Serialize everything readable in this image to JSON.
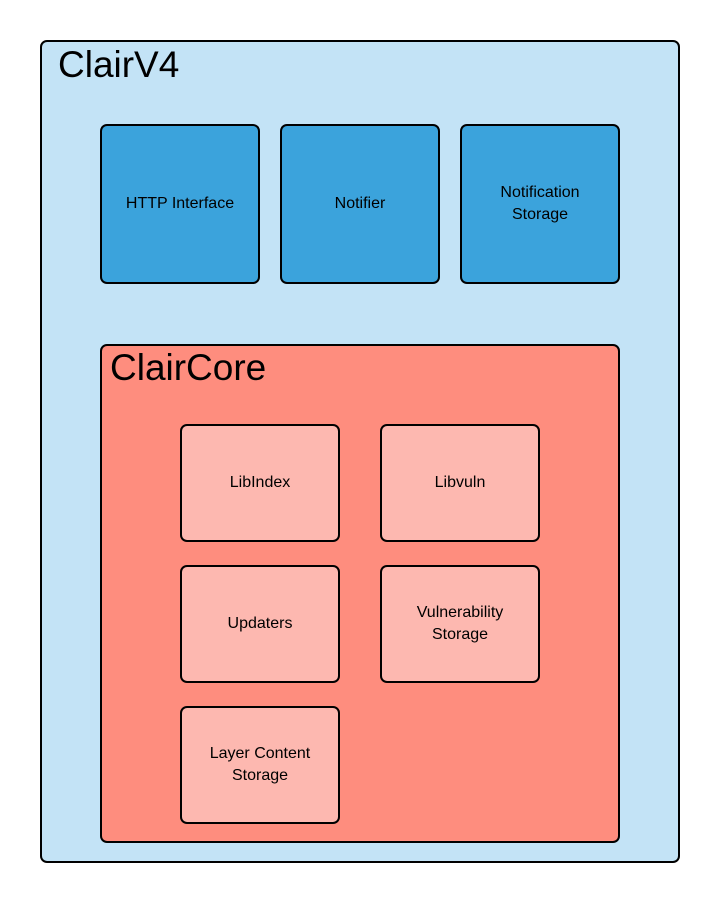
{
  "clairv4": {
    "title": "ClairV4",
    "services": [
      {
        "label": "HTTP Interface"
      },
      {
        "label": "Notifier"
      },
      {
        "label": "Notification\nStorage"
      }
    ]
  },
  "claircore": {
    "title": "ClairCore",
    "components": [
      {
        "label": "LibIndex"
      },
      {
        "label": "Libvuln"
      },
      {
        "label": "Updaters"
      },
      {
        "label": "Vulnerability\nStorage"
      },
      {
        "label": "Layer Content\nStorage"
      }
    ]
  },
  "colors": {
    "clairv4_fill": "#c3e3f6",
    "service_fill": "#3ba3dc",
    "claircore_fill": "#fe8d7e",
    "component_fill": "#fdb8b0",
    "stroke": "#000000"
  }
}
